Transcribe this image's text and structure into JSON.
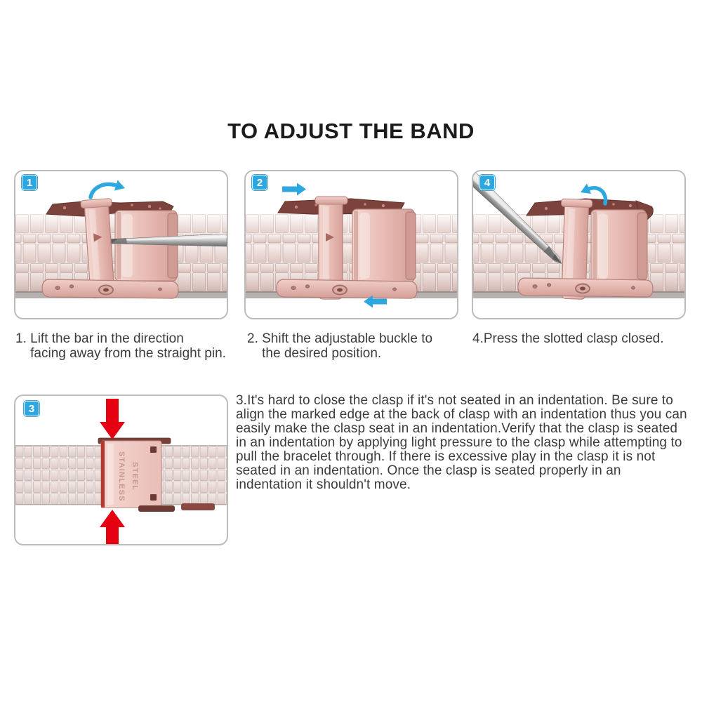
{
  "title": "TO ADJUST THE BAND",
  "steps": [
    {
      "number": "1",
      "caption": "1. Lift the bar in the direction\n    facing away from the straight pin."
    },
    {
      "number": "2",
      "caption": "2. Shift the adjustable buckle to\n    the desired position."
    },
    {
      "number": "4",
      "caption": "4.Press the slotted clasp closed."
    },
    {
      "number": "3",
      "paragraph": "3.It's hard to close the clasp if it's not seated in an indentation. Be sure to\nalign the marked edge at the back of clasp with an indentation thus you can\neasily make the clasp seat in an indentation.Verify that the clasp is seated\nin an indentation by applying light pressure to the clasp while attempting to\npull the bracelet through. If there is excessive play in the clasp it is not\nseated in an indentation. Once the clasp is seated properly in an\nindentation it shouldn't move."
    }
  ],
  "clasp_label": "STAINLESS\nSTEEL",
  "colors": {
    "accent_cyan": "#2ea7e0",
    "arrow_red": "#e50012",
    "band_pink": "#ecdbd7",
    "clasp_rose": "#e6b9b1",
    "wing_maroon": "#7c433c",
    "panel_border": "#bcbcbc",
    "text_dark": "#3b3b3b"
  }
}
